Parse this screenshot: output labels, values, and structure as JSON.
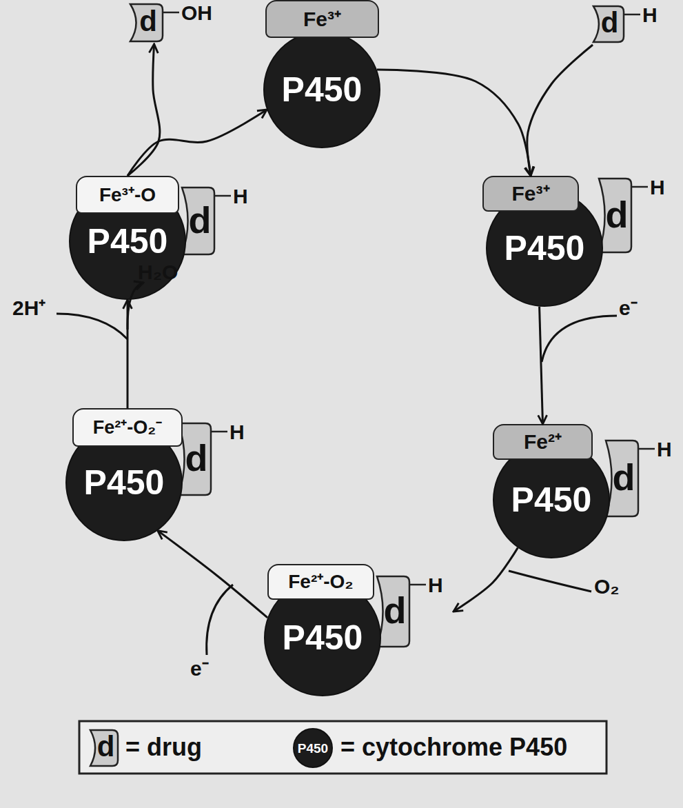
{
  "diagram": {
    "nodes": [
      {
        "text": [
          "d",
          "OH"
        ]
      },
      {
        "text": [
          "Fe³⁺"
        ]
      },
      {
        "text": [
          "P450"
        ]
      },
      {
        "text": [
          "d",
          "H"
        ]
      },
      {
        "text": [
          "Fe³⁺-O"
        ]
      },
      {
        "text": [
          "P450"
        ]
      },
      {
        "text": [
          "d",
          "H"
        ]
      },
      {
        "text": [
          "Fe³⁺"
        ]
      },
      {
        "text": [
          "P450"
        ]
      },
      {
        "text": [
          "d",
          "H"
        ]
      },
      {
        "text": [
          "Fe²⁺-O₂⁻"
        ]
      },
      {
        "text": [
          "P450"
        ]
      },
      {
        "text": [
          "d",
          "H"
        ]
      },
      {
        "text": [
          "Fe²⁺"
        ]
      },
      {
        "text": [
          "P450"
        ]
      },
      {
        "text": [
          "d",
          "H"
        ]
      },
      {
        "text": [
          "Fe²⁺-O₂"
        ]
      },
      {
        "text": [
          "P450"
        ]
      },
      {
        "text": [
          "d",
          "H"
        ]
      },
      {
        "text": [
          "d"
        ]
      },
      {
        "text": [
          "P450"
        ]
      }
    ],
    "edges": [
      {
        "from": 2,
        "to": 7,
        "arrow": "to"
      },
      {
        "from": 3,
        "to": 7,
        "arrow": "to"
      },
      {
        "from": 8,
        "to": 13,
        "label": "e⁻",
        "arrow": "to"
      },
      {
        "from": 14,
        "to": 18,
        "label": "O₂",
        "arrow": "to"
      },
      {
        "from": 17,
        "to": 11,
        "label": "e⁻",
        "arrow": "to"
      },
      {
        "from": 10,
        "to": 5,
        "arrow": "to"
      },
      {
        "from": 4,
        "to": 2,
        "arrow": "to"
      },
      {
        "from": 4,
        "to": 0,
        "arrow": "to"
      }
    ],
    "labels": [
      "2H⁺",
      "H₂O"
    ],
    "legend": [
      {
        "text": "= drug"
      },
      {
        "text": "= cytochrome P450"
      }
    ]
  }
}
